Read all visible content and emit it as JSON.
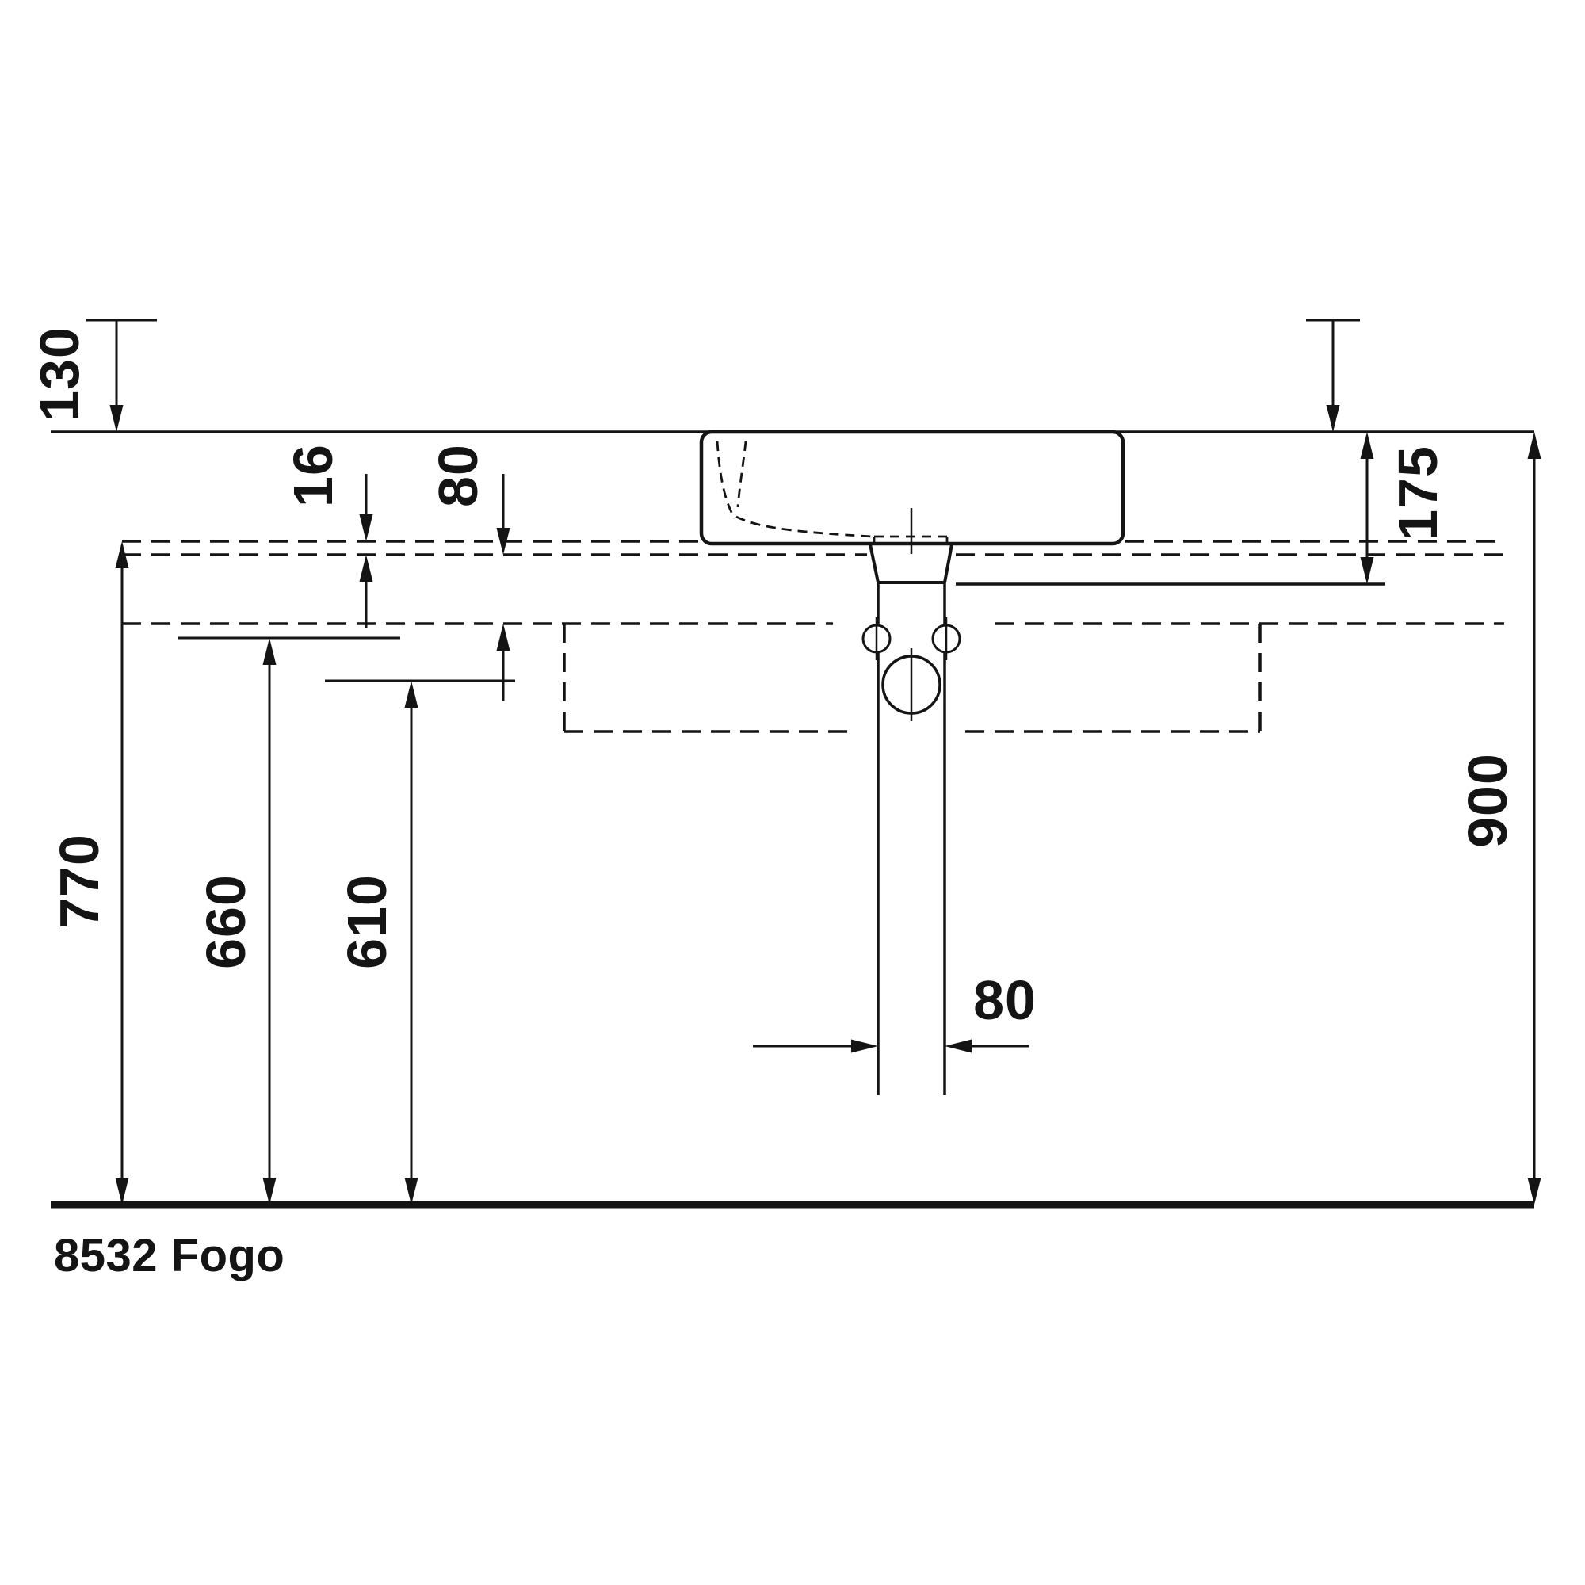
{
  "title": "8532 Fogo",
  "colors": {
    "ink": "#141414",
    "background": "#ffffff"
  },
  "drawing": {
    "type": "technical-installation-drawing",
    "subject": "washbasin on console, side elevation with mounting dimensions"
  },
  "dimensions": {
    "basin_height_above_console": {
      "label": "130"
    },
    "console_top_thickness": {
      "label": "16"
    },
    "console_top_to_substructure": {
      "label": "80"
    },
    "rim_to_console_underside": {
      "label": "175"
    },
    "console_underside_height": {
      "label": "770"
    },
    "small_holes_center_height": {
      "label": "660"
    },
    "large_hole_center_height": {
      "label": "610"
    },
    "rim_height_above_floor": {
      "label": "900"
    },
    "drain_pipe_width": {
      "label": "80"
    }
  }
}
